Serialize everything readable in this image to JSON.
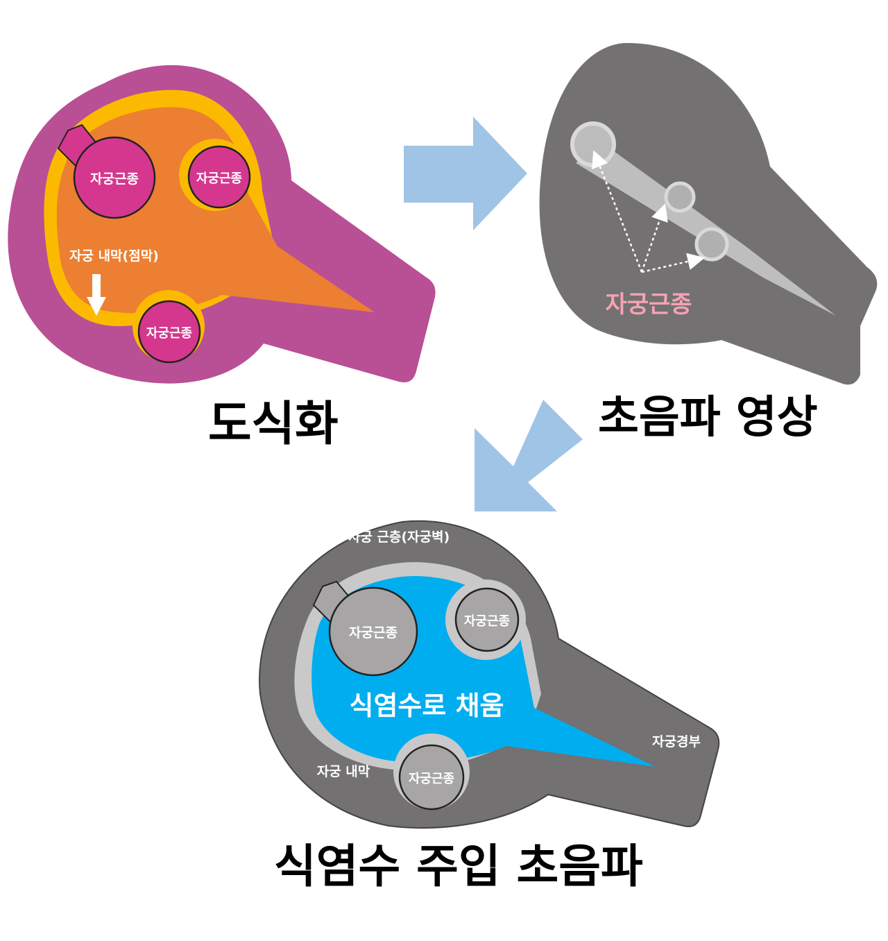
{
  "panels": {
    "illustration": {
      "caption": "도식화",
      "fibroid_label": "자궁근종",
      "endometrium_label": "자궁 내막(점막)"
    },
    "ultrasound": {
      "caption": "초음파 영상",
      "fibroid_label": "자궁근종"
    },
    "saline": {
      "caption": "식염수 주입 초음파",
      "fibroid_label": "자궁근종",
      "myometrium_label": "자궁 근층(자궁벽)",
      "fill_label": "식염수로 채움",
      "endometrium_label": "자궁 내막",
      "cervix_label": "자궁경부"
    }
  },
  "colors": {
    "purple": "#b94f95",
    "yellow": "#fbba00",
    "orange": "#ec7f32",
    "magenta": "#d5378e",
    "gray_dark": "#737171",
    "gray_light": "#c9c9c9",
    "blue_fill": "#00adef",
    "arrow_blue": "#a0c4e6",
    "pink_text": "#f4a3b4"
  }
}
